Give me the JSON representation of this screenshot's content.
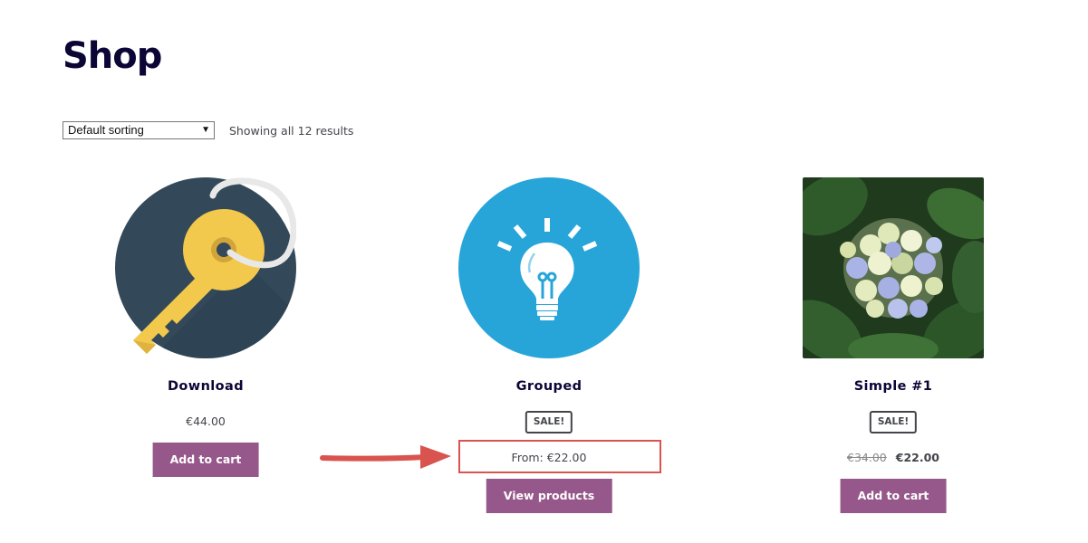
{
  "page": {
    "title": "Shop"
  },
  "toolbar": {
    "sort_selected": "Default sorting",
    "result_count": "Showing all 12 results"
  },
  "products": [
    {
      "name": "Download",
      "image": "key-icon",
      "price": "€44.00",
      "button": "Add to cart"
    },
    {
      "name": "Grouped",
      "image": "lightbulb-icon",
      "sale_badge": "SALE!",
      "price": "From: €22.00",
      "button": "View products"
    },
    {
      "name": "Simple #1",
      "image": "hydrangea-photo",
      "sale_badge": "SALE!",
      "old_price": "€34.00",
      "new_price": "€22.00",
      "button": "Add to cart"
    }
  ],
  "colors": {
    "title": "#0b0636",
    "button": "#96588a",
    "highlight": "#d9534f",
    "key_bg": "#33495a",
    "bulb_bg": "#27a5d9"
  },
  "annotation": {
    "arrow": "red-arrow",
    "box": "red-highlight-box"
  }
}
